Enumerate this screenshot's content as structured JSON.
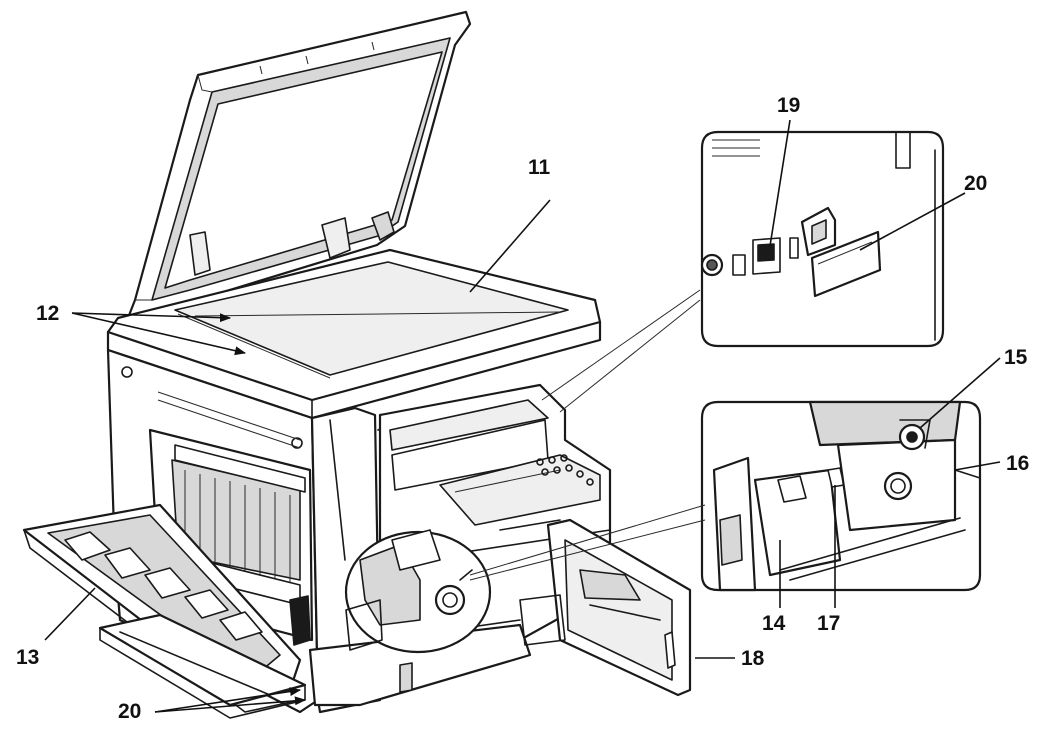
{
  "callouts": {
    "c11": "11",
    "c12": "12",
    "c13": "13",
    "c14": "14",
    "c15": "15",
    "c16": "16",
    "c17": "17",
    "c18": "18",
    "c19": "19",
    "c20_top": "20",
    "c20_bottom": "20"
  },
  "colors": {
    "line": "#1a1a1a",
    "shade": "#d8d8d8",
    "background": "#ffffff"
  }
}
